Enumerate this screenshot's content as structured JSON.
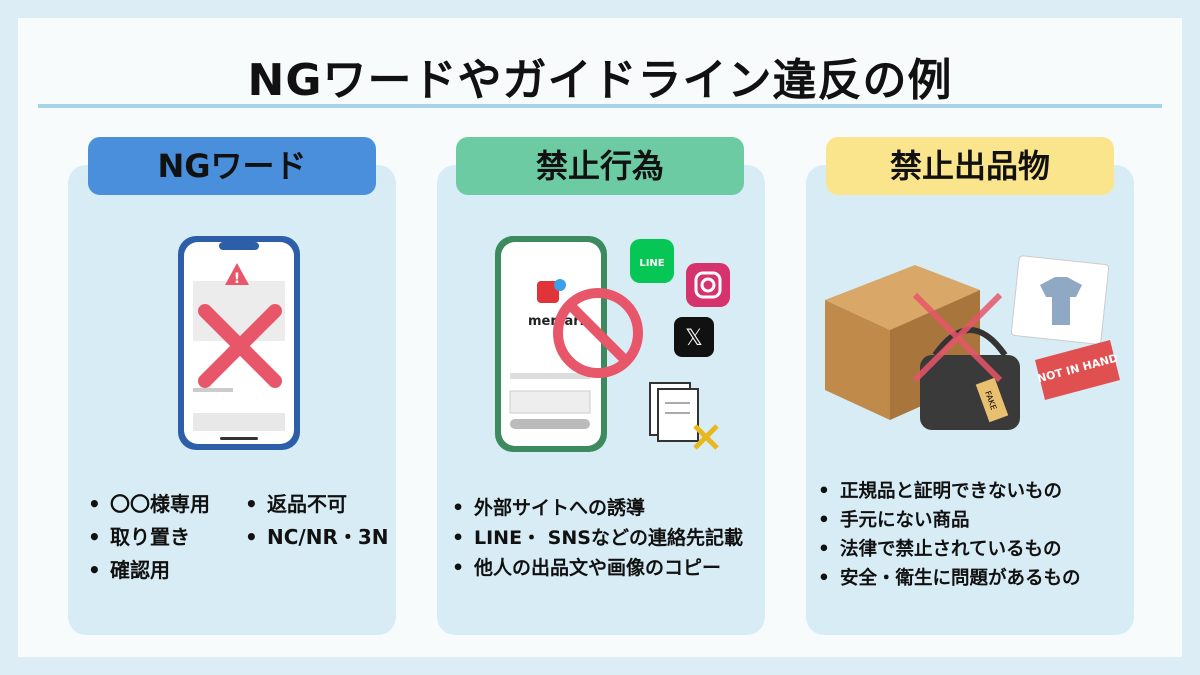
{
  "title": "NGワードやガイドライン違反の例",
  "colors": {
    "ng_word": "#4a8fdc",
    "prohibited_acts": "#6ccba3",
    "prohibited_items": "#fbe58c",
    "card_bg": "#d8ecf5",
    "cross": "#e8566a"
  },
  "columns": [
    {
      "label": "NGワード",
      "items": [
        "〇〇様専用",
        "取り置き",
        "確認用",
        "返品不可",
        "NC/NR・3N"
      ]
    },
    {
      "label": "禁止行為",
      "items": [
        "外部サイトへの誘導",
        "LINE・ SNSなどの連絡先記載",
        "他人の出品文や画像のコピー"
      ]
    },
    {
      "label": "禁止出品物",
      "items": [
        "正規品と証明できないもの",
        "手元にない商品",
        "法律で禁止されているもの",
        "安全・衛生に問題があるもの"
      ]
    }
  ],
  "illustration": {
    "app_logo_text": "mercari",
    "line_icon_text": "LINE",
    "tag_text": "NOT IN HAND",
    "bag_tag_text": "FAKE"
  }
}
